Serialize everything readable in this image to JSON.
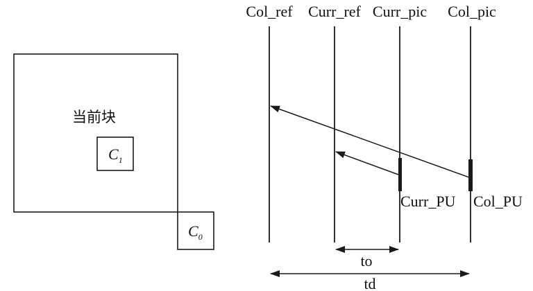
{
  "block": {
    "label": "当前块",
    "c1": {
      "main": "C",
      "sub": "1"
    },
    "c0": {
      "main": "C",
      "sub": "0"
    }
  },
  "timeline": {
    "pictures": [
      "Col_ref",
      "Curr_ref",
      "Curr_pic",
      "Col_pic"
    ],
    "pu_labels": [
      "Curr_PU",
      "Col_PU"
    ],
    "distances": {
      "to": "to",
      "td": "td"
    }
  },
  "colors": {
    "line": "#1a1a1a",
    "background": "#ffffff"
  }
}
